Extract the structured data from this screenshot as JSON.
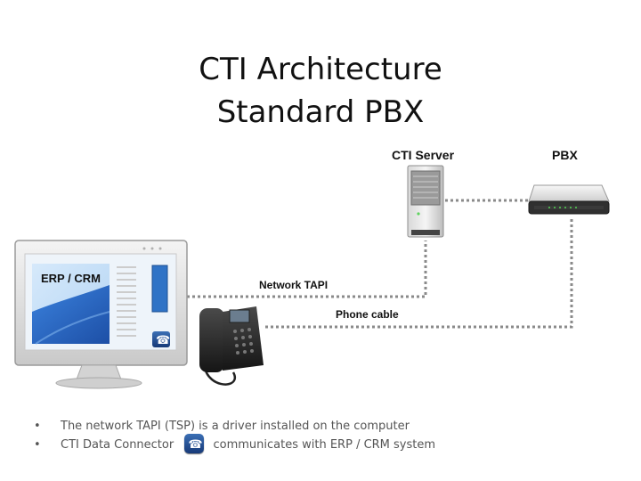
{
  "title": {
    "line1": "CTI Architecture",
    "line2": "Standard PBX"
  },
  "nodes": {
    "cti_server": "CTI Server",
    "pbx": "PBX",
    "erp_crm": "ERP / CRM"
  },
  "connections": {
    "network_tapi": "Network TAPI",
    "phone_cable": "Phone cable"
  },
  "notes": [
    {
      "bullet": "•",
      "text": "The network TAPI (TSP) is a driver installed on the computer"
    },
    {
      "bullet": "•",
      "text_before": "CTI Data Connector",
      "text_after": "communicates with ERP / CRM system",
      "icon": "cti-data-connector-icon"
    }
  ]
}
